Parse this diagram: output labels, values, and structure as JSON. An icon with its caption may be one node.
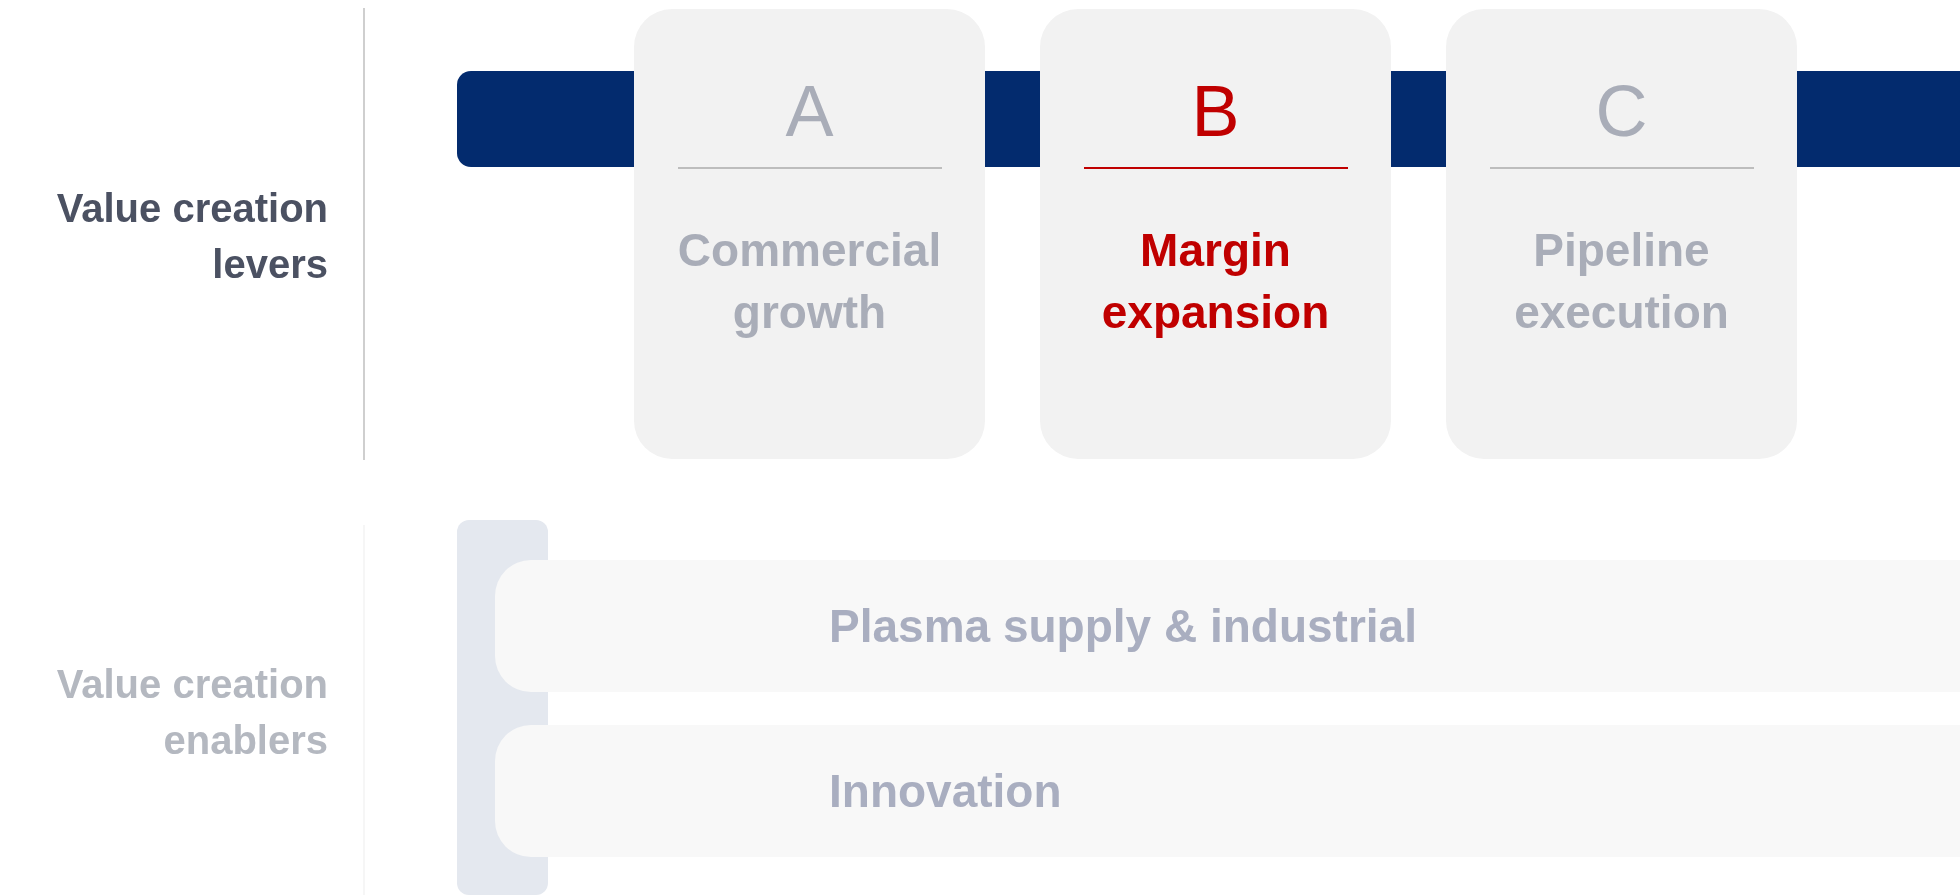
{
  "diagram": {
    "nodes": [
      {
        "text": [
          "A",
          "Commercial growth"
        ]
      },
      {
        "text": [
          "B",
          "Margin expansion"
        ]
      },
      {
        "text": [
          "C",
          "Pipeline execution"
        ]
      },
      {
        "text": [],
        "shape": "bracket"
      },
      {
        "text": [
          "Plasma supply & industrial"
        ]
      },
      {
        "text": [
          "Innovation"
        ]
      }
    ],
    "labels": [
      "Value creation levers",
      "Value creation enablers"
    ]
  }
}
